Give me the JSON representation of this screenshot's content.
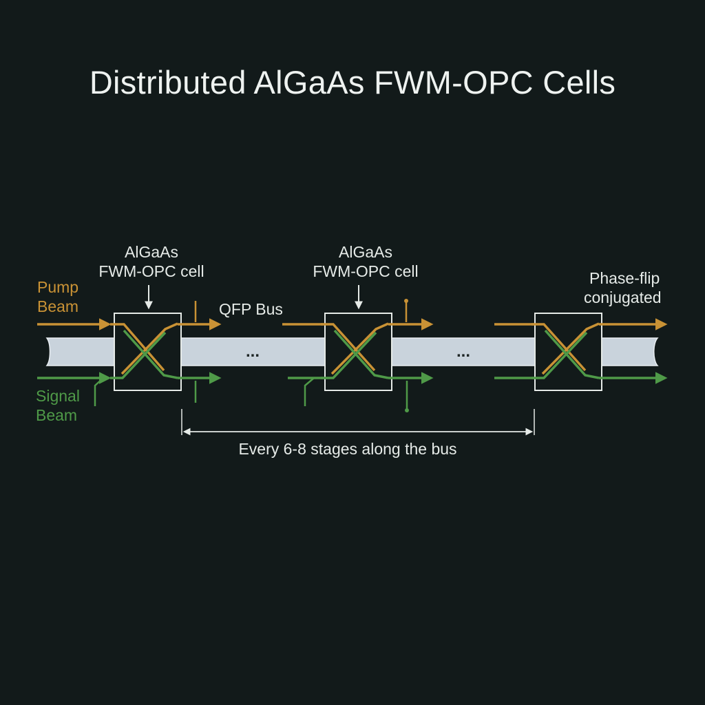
{
  "title": "Distributed AlGaAs FWM-OPC Cells",
  "cell_label_line1": "AlGaAs",
  "cell_label_line2": "FWM-OPC cell",
  "pump_label_line1": "Pump",
  "pump_label_line2": "Beam",
  "signal_label_line1": "Signal",
  "signal_label_line2": "Beam",
  "bus_label": "QFP Bus",
  "ellipsis": "...",
  "output_label_line1": "Phase-flip",
  "output_label_line2": "conjugated",
  "span_label": "Every 6-8 stages along the bus",
  "colors": {
    "background": "#121a1a",
    "pump": "#c99235",
    "signal": "#4f9a48",
    "bus": "#c9d3dc",
    "text": "#e6ebe8"
  }
}
